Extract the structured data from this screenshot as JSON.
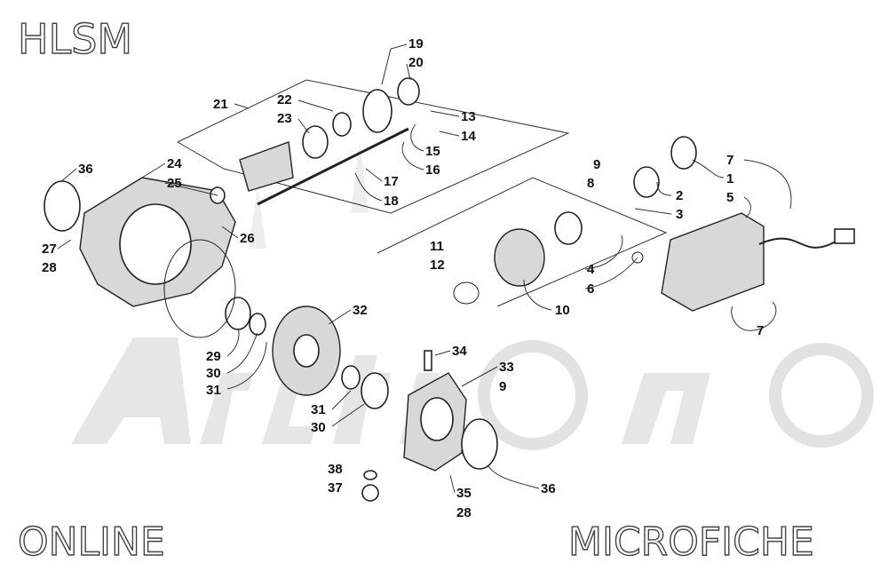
{
  "watermark": {
    "line1": "HLSM",
    "line2": "ONLINE",
    "line3": "MICROFICHE",
    "logo": "ArcticCat"
  },
  "callouts": [
    "19",
    "20",
    "21",
    "22",
    "23",
    "13",
    "14",
    "15",
    "16",
    "17",
    "18",
    "36",
    "24",
    "25",
    "26",
    "27",
    "28",
    "9",
    "8",
    "7",
    "1",
    "5",
    "2",
    "3",
    "4",
    "6",
    "10",
    "11",
    "12",
    "29",
    "30",
    "31",
    "32",
    "34",
    "33",
    "9",
    "31",
    "30",
    "36",
    "38",
    "37",
    "35",
    "28",
    "7"
  ]
}
